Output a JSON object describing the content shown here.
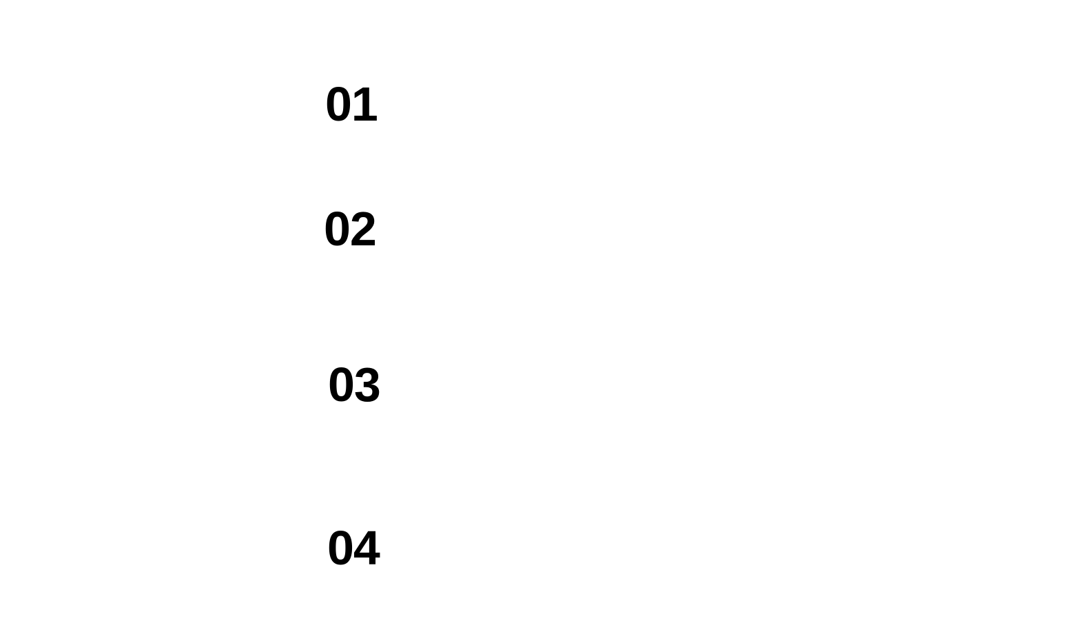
{
  "steps": [
    {
      "number": "01"
    },
    {
      "number": "02"
    },
    {
      "number": "03"
    },
    {
      "number": "04"
    }
  ],
  "colors": {
    "background": "#ffffff",
    "text": "#000000"
  }
}
